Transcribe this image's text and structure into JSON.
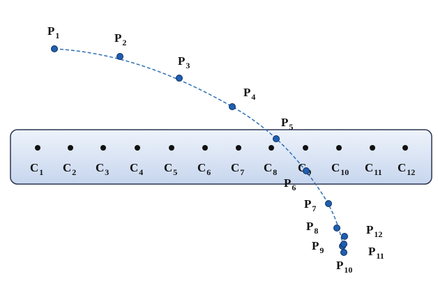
{
  "colors": {
    "path": "#2f6fb5",
    "point_fill": "#1f5fb0",
    "point_stroke": "#0f2f60",
    "bar_fill_top": "#eef3fb",
    "bar_fill_bottom": "#c7d6ee",
    "bar_stroke": "#2b3550",
    "channel_dot": "#111111"
  },
  "channels": [
    {
      "name": "C",
      "sub": "1"
    },
    {
      "name": "C",
      "sub": "2"
    },
    {
      "name": "C",
      "sub": "3"
    },
    {
      "name": "C",
      "sub": "4"
    },
    {
      "name": "C",
      "sub": "5"
    },
    {
      "name": "C",
      "sub": "6"
    },
    {
      "name": "C",
      "sub": "7"
    },
    {
      "name": "C",
      "sub": "8"
    },
    {
      "name": "C",
      "sub": "9"
    },
    {
      "name": "C",
      "sub": "10"
    },
    {
      "name": "C",
      "sub": "11"
    },
    {
      "name": "C",
      "sub": "12"
    }
  ],
  "points": [
    {
      "name": "P",
      "sub": "1"
    },
    {
      "name": "P",
      "sub": "2"
    },
    {
      "name": "P",
      "sub": "3"
    },
    {
      "name": "P",
      "sub": "4"
    },
    {
      "name": "P",
      "sub": "5"
    },
    {
      "name": "P",
      "sub": "6"
    },
    {
      "name": "P",
      "sub": "7"
    },
    {
      "name": "P",
      "sub": "8"
    },
    {
      "name": "P",
      "sub": "9"
    },
    {
      "name": "P",
      "sub": "10"
    },
    {
      "name": "P",
      "sub": "11"
    },
    {
      "name": "P",
      "sub": "12"
    }
  ]
}
